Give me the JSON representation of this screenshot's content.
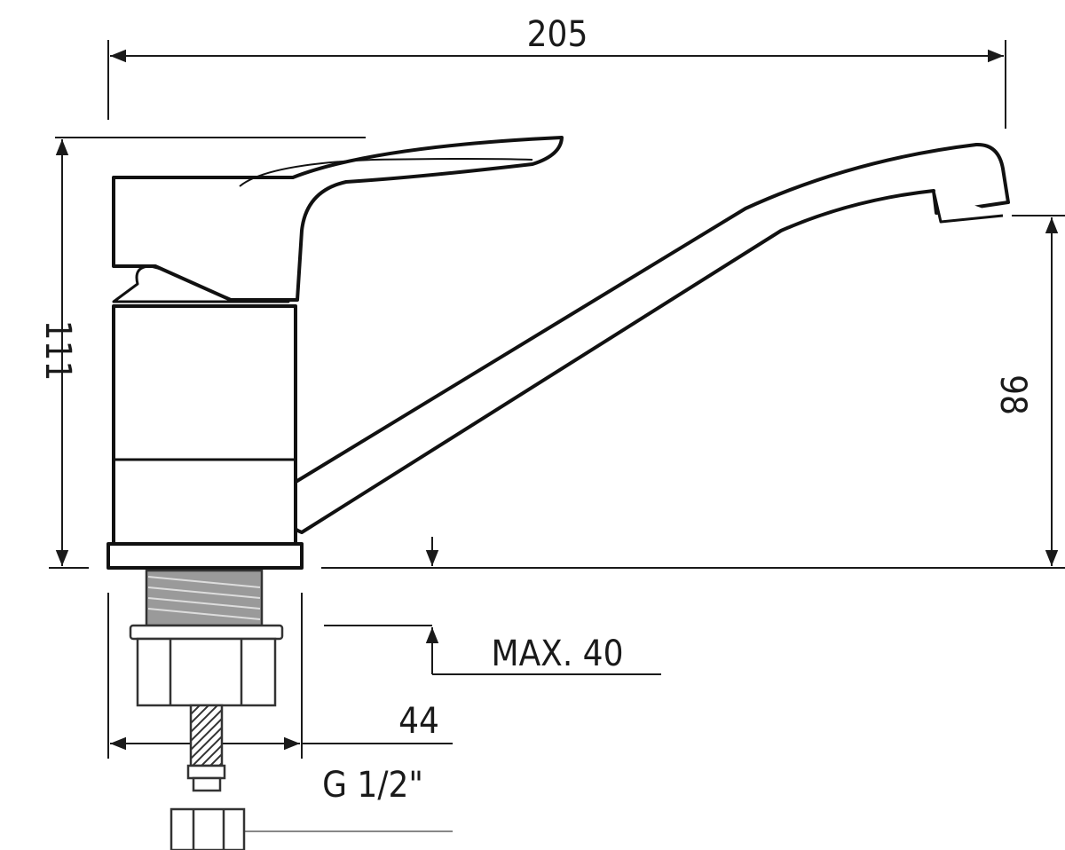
{
  "dimensions": {
    "overall_length": "205",
    "overall_height": "111",
    "spout_height": "98",
    "max_mount_thickness": "MAX. 40",
    "base_diameter": "44",
    "connection_thread": "G 1/2\""
  },
  "colors": {
    "line": "#1a1a1a",
    "thread": "#8a8a8a"
  }
}
